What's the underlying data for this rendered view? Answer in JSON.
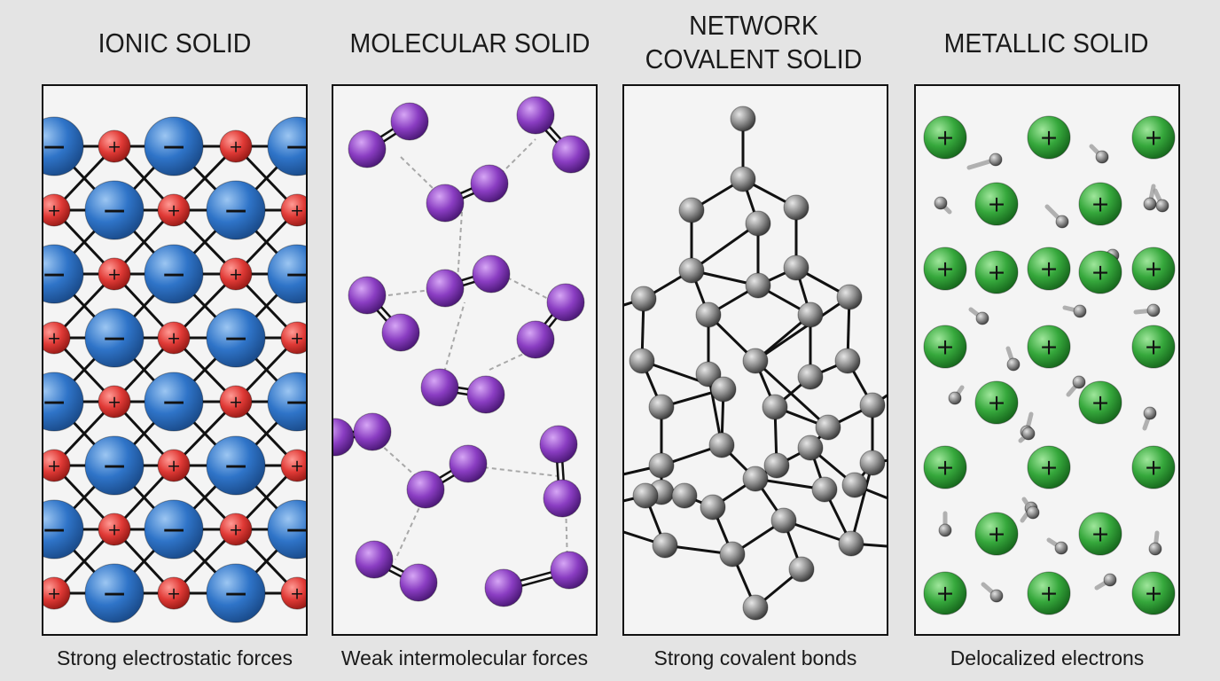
{
  "panels": [
    {
      "id": "ionic",
      "title_line1": "IONIC SOLID",
      "title_line2": "",
      "caption": "Strong electrostatic forces",
      "cation_color": "#e03a36",
      "anion_color": "#2f74c8",
      "cation_symbol": "+",
      "anion_symbol": "−"
    },
    {
      "id": "molecular",
      "title_line1": "MOLECULAR SOLID",
      "title_line2": "",
      "caption": "Weak intermolecular forces",
      "atom_color": "#8a3dc2"
    },
    {
      "id": "network",
      "title_line1": "NETWORK",
      "title_line2": "COVALENT SOLID",
      "caption": "Strong covalent bonds",
      "atom_color": "#8c8c8c"
    },
    {
      "id": "metallic",
      "title_line1": "METALLIC SOLID",
      "title_line2": "",
      "caption": "Delocalized electrons",
      "ion_color": "#36a83c",
      "electron_color": "#8c8c8c",
      "ion_symbol": "+"
    }
  ]
}
